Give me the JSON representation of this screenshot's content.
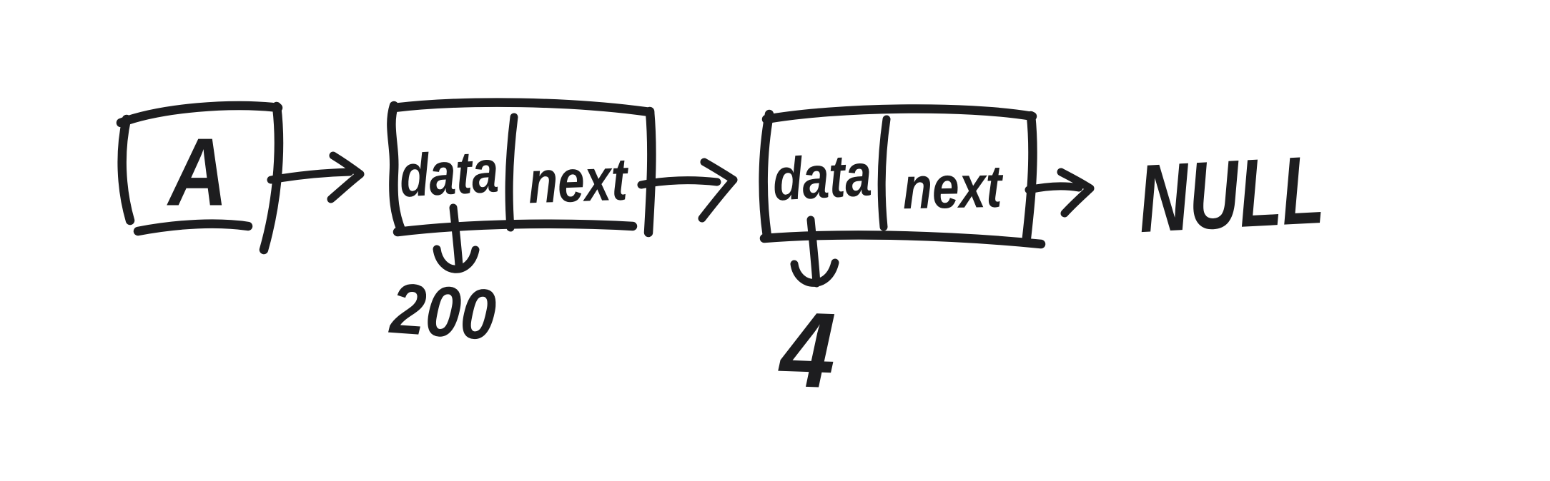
{
  "canvas": {
    "background": "#ffffff",
    "ink": "#1d1d1f"
  },
  "diagram": {
    "kind": "singly-linked-list-hand-sketch",
    "head": {
      "label": "A"
    },
    "nodes": [
      {
        "data_label": "data",
        "next_label": "next",
        "value_below": "200"
      },
      {
        "data_label": "data",
        "next_label": "next",
        "value_below": "4"
      }
    ],
    "terminator_label": "NULL"
  }
}
